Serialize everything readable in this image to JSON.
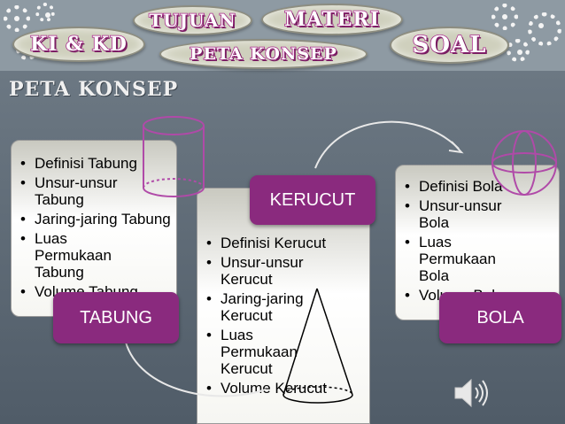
{
  "nav": {
    "ki_kd": "KI & KD",
    "tujuan": "TUJUAN",
    "materi": "MATERI",
    "peta_konsep": "PETA KONSEP",
    "soal": "SOAL"
  },
  "page_title": "PETA KONSEP",
  "tabung": {
    "label": "TABUNG",
    "items": [
      "Definisi Tabung",
      "Unsur-unsur Tabung",
      "Jaring-jaring Tabung",
      "Luas Permukaan Tabung",
      "Volume Tabung"
    ]
  },
  "kerucut": {
    "label": "KERUCUT",
    "items": [
      "Definisi Kerucut",
      "Unsur-unsur Kerucut",
      "Jaring-jaring Kerucut",
      "Luas Permukaan Kerucut",
      "Volume Kerucut"
    ]
  },
  "bola": {
    "label": "BOLA",
    "items": [
      "Definisi Bola",
      "Unsur-unsur Bola",
      "Luas Permukaan Bola",
      "Volume Bola"
    ]
  },
  "colors": {
    "label_purple": "#8a2a7e",
    "shape_outline": "#b04aa8",
    "nav_text_outline": "#a82a8a"
  },
  "icons": [
    "gear-icon",
    "cylinder-icon",
    "cone-icon",
    "sphere-icon",
    "speaker-icon"
  ]
}
